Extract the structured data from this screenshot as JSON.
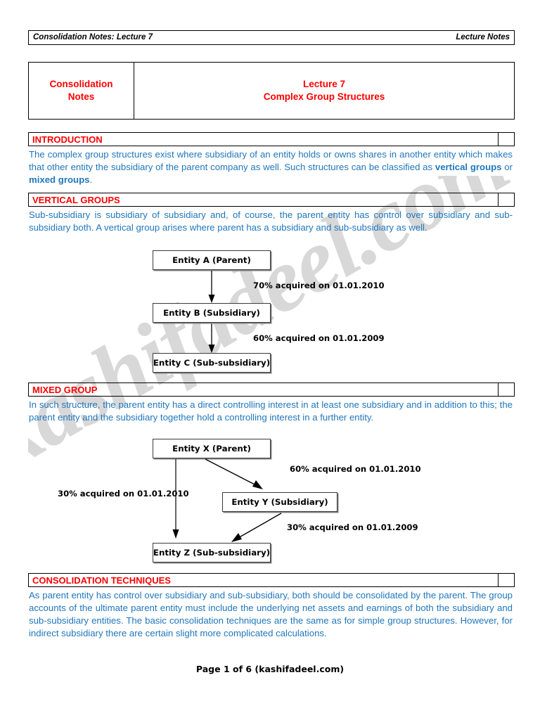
{
  "header": {
    "left": "Consolidation Notes: Lecture 7",
    "right": "Lecture Notes"
  },
  "title_table": {
    "left_line1": "Consolidation",
    "left_line2": "Notes",
    "right_line1": "Lecture 7",
    "right_line2": "Complex Group Structures"
  },
  "colors": {
    "heading_red": "#ff0000",
    "body_blue": "#2077bc",
    "border_black": "#000000",
    "watermark_gray": "#d8d8d8"
  },
  "sections": {
    "introduction": {
      "heading": "INTRODUCTION",
      "para_part1": "The complex group structures exist where subsidiary of an entity holds or owns shares in another entity which makes that other entity the subsidiary of the parent company as well. Such structures can be classified as ",
      "bold1": "vertical groups",
      "mid": " or ",
      "bold2": "mixed groups",
      "end": "."
    },
    "vertical_groups": {
      "heading": "VERTICAL GROUPS",
      "para": "Sub-subsidiary is subsidiary of subsidiary and, of course, the parent entity has control over subsidiary and sub-subsidiary both. A vertical group arises where parent has a subsidiary and sub-subsidiary as well."
    },
    "mixed_group": {
      "heading": "MIXED GROUP",
      "para": "In such structure, the parent entity has a direct controlling interest in at least one subsidiary and in addition to this; the parent entity and the subsidiary together hold a controlling interest in a further entity."
    },
    "consolidation_techniques": {
      "heading": "CONSOLIDATION TECHNIQUES",
      "para": "As parent entity has control over subsidiary and sub-subsidiary, both should be consolidated by the parent. The group accounts of the ultimate parent entity must include the underlying net assets and earnings of both the subsidiary and sub-subsidiary entities. The basic consolidation techniques are the same as for simple group structures. However, for indirect subsidiary there are certain slight more complicated calculations."
    }
  },
  "diagram_vertical": {
    "box_a": "Entity A (Parent)",
    "box_b": "Entity B (Subsidiary)",
    "box_c": "Entity C (Sub-subsidiary)",
    "label_ab": "70% acquired on 01.01.2010",
    "label_bc": "60% acquired on 01.01.2009"
  },
  "diagram_mixed": {
    "box_x": "Entity X (Parent)",
    "box_y": "Entity Y (Subsidiary)",
    "box_z": "Entity Z (Sub-subsidiary)",
    "label_xy": "60% acquired on 01.01.2010",
    "label_xz": "30% acquired on 01.01.2010",
    "label_yz": "30% acquired on 01.01.2009"
  },
  "watermark": "kashifadeel.com",
  "footer": "Page 1 of 6 (kashifadeel.com)"
}
